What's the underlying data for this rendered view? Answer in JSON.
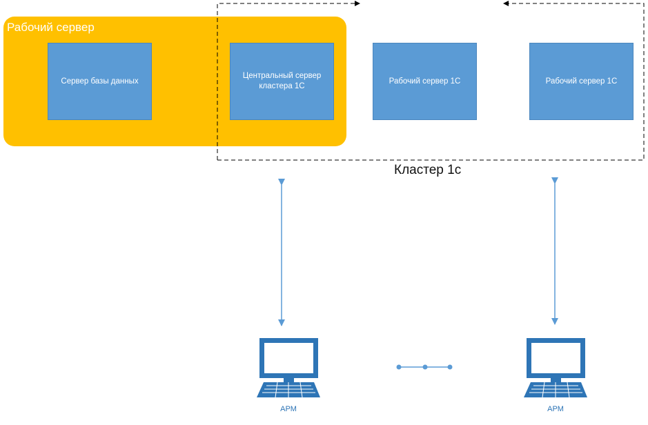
{
  "work_server_group": {
    "title": "Рабочий сервер"
  },
  "nodes": {
    "db_server": "Сервер базы данных",
    "central_server": "Центральный сервер\nкластера 1С",
    "worker_1": "Рабочий сервер 1С",
    "worker_2": "Рабочий сервер 1С"
  },
  "cluster": {
    "caption": "Кластер 1с"
  },
  "workstations": [
    {
      "label": "АРМ"
    },
    {
      "label": "АРМ"
    }
  ],
  "colors": {
    "group_fill": "#ffc000",
    "node_fill": "#5b9bd5",
    "accent_blue": "#2e75b6"
  }
}
